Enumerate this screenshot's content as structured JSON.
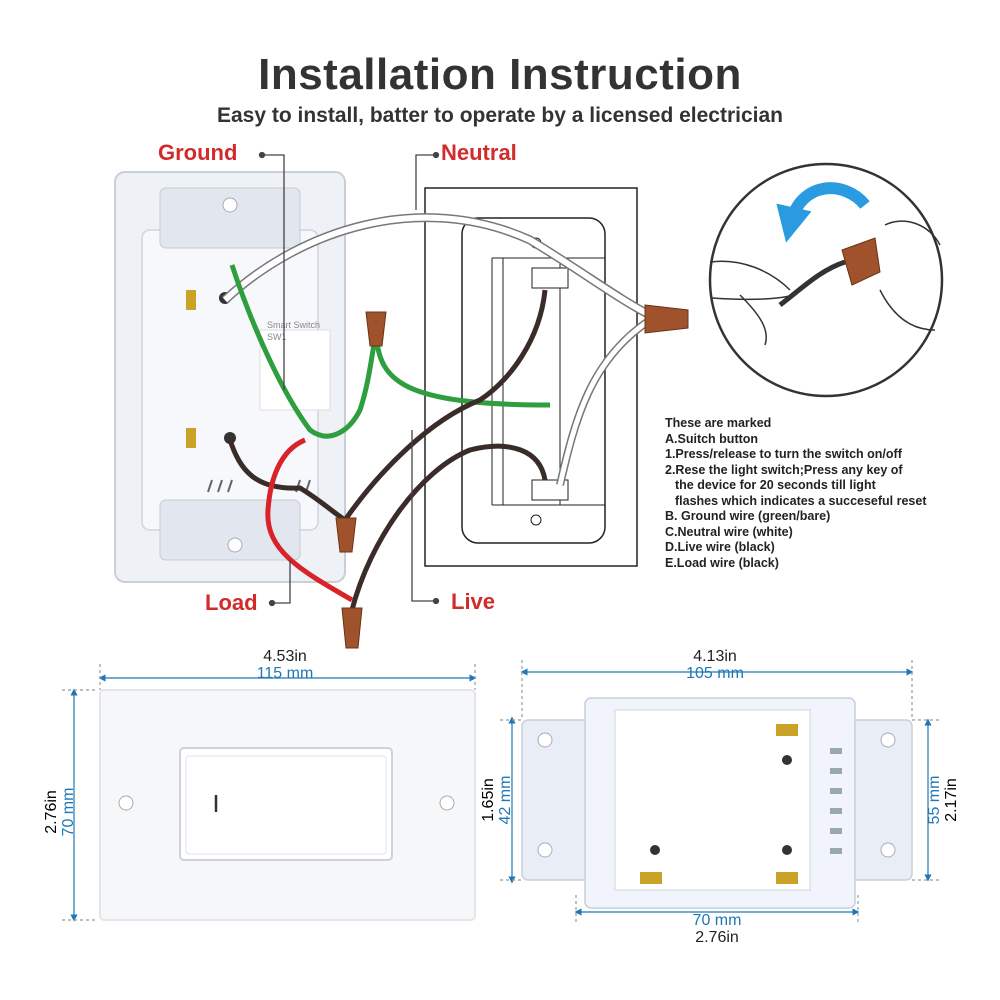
{
  "header": {
    "title": "Installation Instruction",
    "subtitle": "Easy to install, batter to operate by a licensed electrician"
  },
  "wires": {
    "ground_label": "Ground",
    "neutral_label": "Neutral",
    "load_label": "Load",
    "live_label": "Live"
  },
  "device_label": {
    "line1": "Smart Switch",
    "line2": "SW1"
  },
  "notes": {
    "heading": "These are marked",
    "lines": [
      "A.Suitch button",
      "1.Press/release to turn the switch on/off",
      "2.Rese the light switch;Press any key of",
      "the device for 20 seconds till light",
      "flashes which indicates a succeseful reset",
      "B. Ground wire (green/bare)",
      "C.Neutral wire (white)",
      "D.Live wire (black)",
      "E.Load wire (black)"
    ]
  },
  "dimensions": {
    "plate_width_in": "4.53in",
    "plate_width_mm": "115 mm",
    "plate_height_in": "2.76in",
    "plate_height_mm": "70 mm",
    "device_width_in": "4.13in",
    "device_width_mm": "105 mm",
    "device_height_in": "2.17in",
    "device_height_mm": "55 mm",
    "body_height_in": "1.65in",
    "body_height_mm": "42 mm",
    "body_width_mm": "70 mm",
    "body_width_in": "2.76in"
  },
  "colors": {
    "ground": "#2e9e3e",
    "neutral": "#ffffff",
    "live": "#3a2c28",
    "load": "#d9232a",
    "accent": "#d22b2b",
    "dimension": "#1e78b4",
    "arrow": "#2a9be0",
    "connector": "#a0522d"
  }
}
